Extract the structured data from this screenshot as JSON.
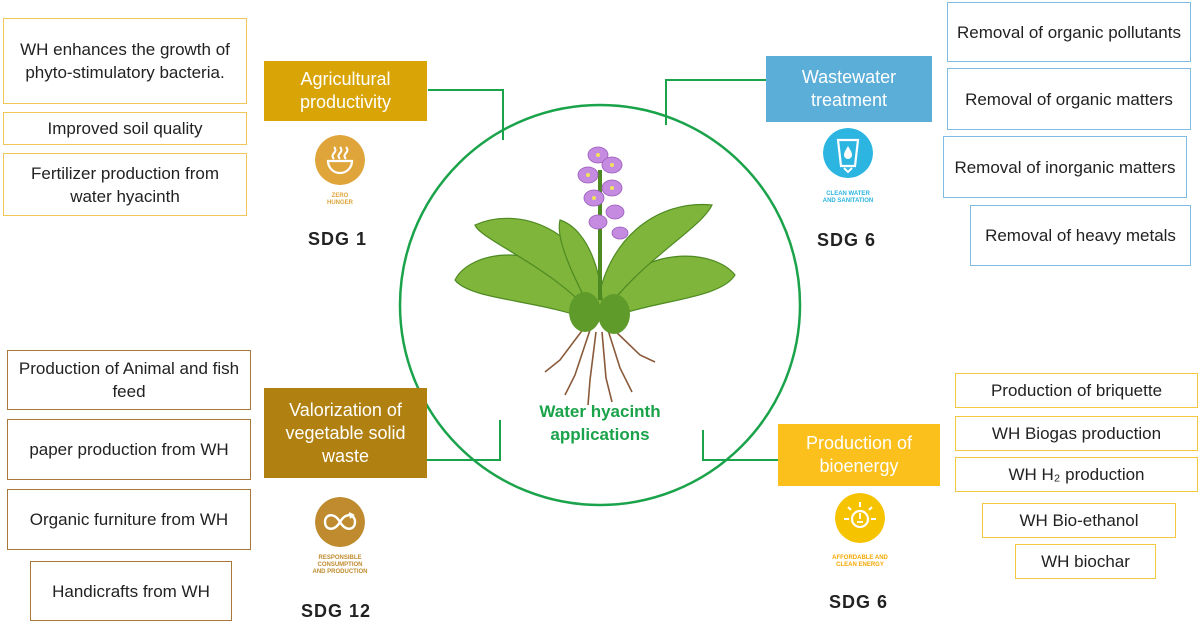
{
  "center": {
    "title_line1": "Water hyacinth",
    "title_line2": "applications"
  },
  "agriculture": {
    "category_line1": "Agricultural",
    "category_line2": "productivity",
    "sdg_label": "SDG  1",
    "sdg_caption_line1": "ZERO",
    "sdg_caption_line2": "HUNGER",
    "items": [
      "WH enhances the growth of phyto-stimulatory bacteria.",
      "Improved soil quality",
      "Fertilizer production from water hyacinth"
    ]
  },
  "wastewater": {
    "category_line1": "Wastewater",
    "category_line2": "treatment",
    "sdg_label": "SDG  6",
    "sdg_caption_line1": "CLEAN WATER",
    "sdg_caption_line2": "AND SANITATION",
    "items": [
      "Removal of organic pollutants",
      "Removal of organic matters",
      "Removal of inorganic matters",
      "Removal of heavy metals"
    ]
  },
  "valorization": {
    "category_line1": "Valorization of",
    "category_line2": "vegetable solid",
    "category_line3": "waste",
    "sdg_label": "SDG  12",
    "sdg_caption_line1": "RESPONSIBLE",
    "sdg_caption_line2": "CONSUMPTION",
    "sdg_caption_line3": "AND PRODUCTION",
    "items": [
      "Production of Animal and fish feed",
      "paper production from WH",
      "Organic furniture from WH",
      "Handicrafts from WH"
    ]
  },
  "bioenergy": {
    "category_line1": "Production of",
    "category_line2": "bioenergy",
    "sdg_label": "SDG  6",
    "sdg_caption_line1": "AFFORDABLE AND",
    "sdg_caption_line2": "CLEAN ENERGY",
    "items": [
      "Production of briquette",
      "WH Biogas production",
      "WH H₂ production",
      "WH Bio-ethanol",
      "WH biochar"
    ]
  },
  "colors": {
    "agriculture": "#d9a406",
    "wastewater": "#5aaed8",
    "valorization": "#b08010",
    "bioenergy": "#fbc01b",
    "connector": "#1aa34a"
  }
}
